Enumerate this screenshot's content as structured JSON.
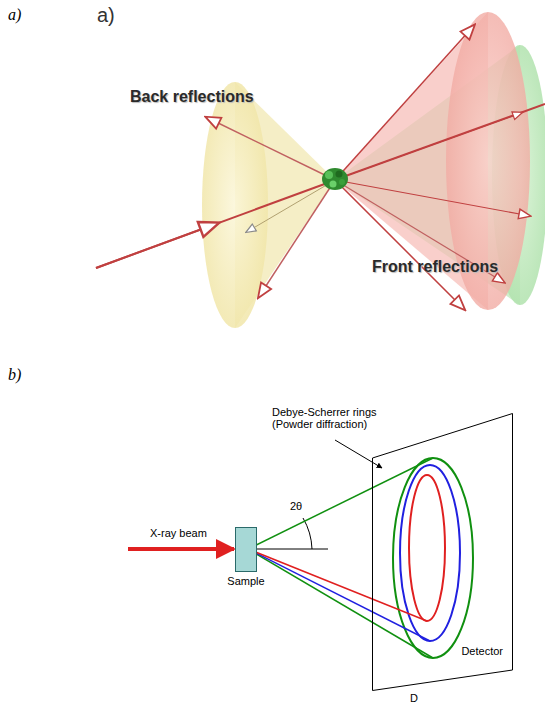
{
  "diagram": {
    "nodes": [
      {
        "text": [
          "Sample"
        ]
      },
      {
        "text": [
          "Detector"
        ]
      }
    ],
    "labels": [
      "a)",
      "a)",
      "Back reflections",
      "Front reflections",
      "b)",
      "Debye-Scherrer rings (Powder diffraction)",
      "X-ray beam",
      "2θ",
      "D"
    ]
  }
}
